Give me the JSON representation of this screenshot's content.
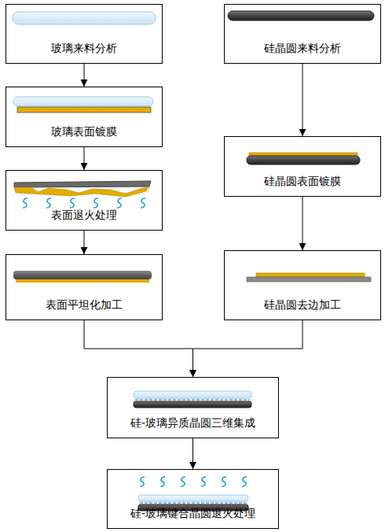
{
  "diagram": {
    "nodes": [
      {
        "text": [
          "玻璃来料分析"
        ]
      },
      {
        "text": [
          "玻璃表面镀膜"
        ]
      },
      {
        "text": [
          "表面退火处理"
        ]
      },
      {
        "text": [
          "表面平坦化加工"
        ]
      },
      {
        "text": [
          "硅晶圆来料分析"
        ]
      },
      {
        "text": [
          "硅晶圆表面镀膜"
        ]
      },
      {
        "text": [
          "硅晶圆去边加工"
        ]
      },
      {
        "text": [
          "硅-玻璃异质晶圆三维集成"
        ]
      },
      {
        "text": [
          "硅-玻璃键合晶圆退火处理"
        ]
      }
    ],
    "edges": [
      {
        "from": 0,
        "to": 1,
        "arrow": "to"
      },
      {
        "from": 1,
        "to": 2,
        "arrow": "to"
      },
      {
        "from": 2,
        "to": 3,
        "arrow": "to"
      },
      {
        "from": 4,
        "to": 5,
        "arrow": "to"
      },
      {
        "from": 5,
        "to": 6,
        "arrow": "to"
      },
      {
        "from": 3,
        "to": 7,
        "arrow": "to"
      },
      {
        "from": 6,
        "to": 7,
        "arrow": "to"
      },
      {
        "from": 7,
        "to": 8,
        "arrow": "to"
      }
    ]
  }
}
